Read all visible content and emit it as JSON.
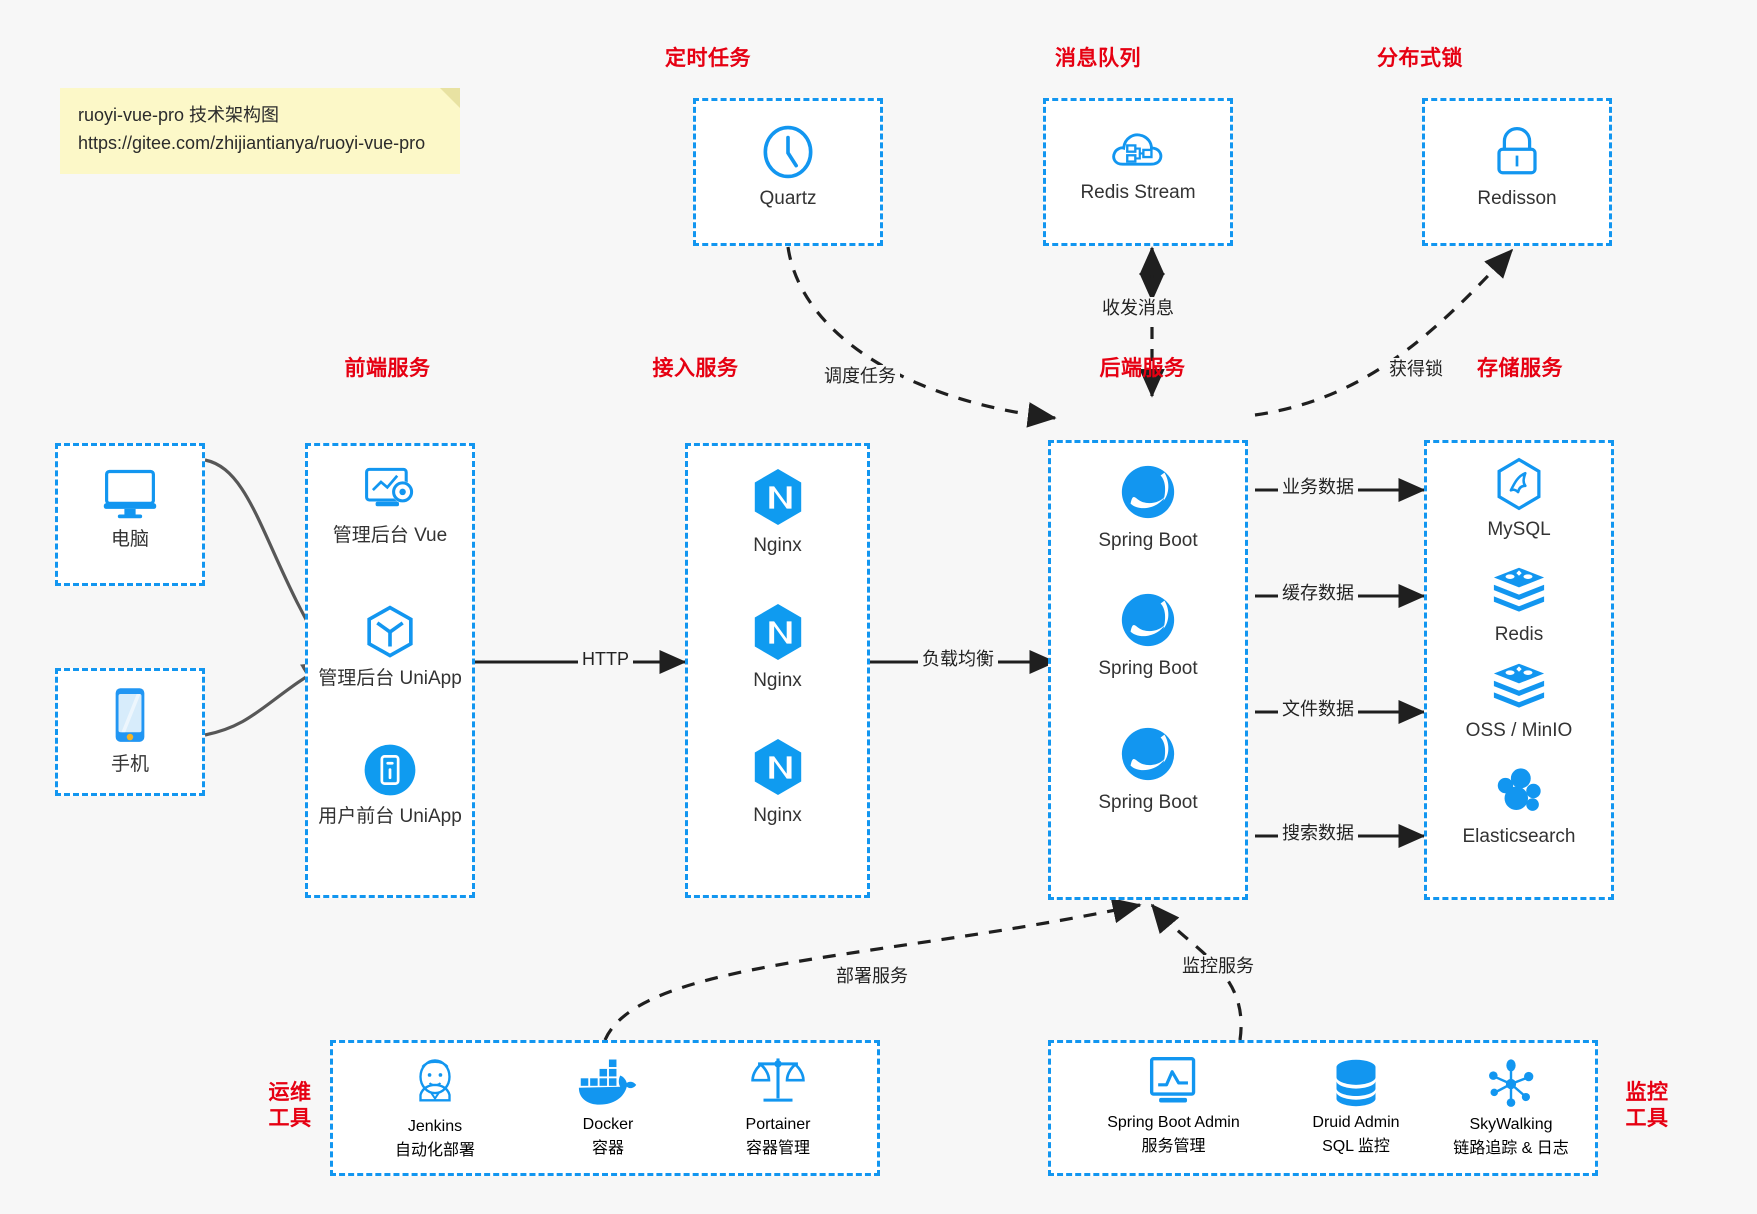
{
  "note": {
    "line1": "ruoyi-vue-pro 技术架构图",
    "line2": "https://gitee.com/zhijiantianya/ruoyi-vue-pro"
  },
  "colors": {
    "accent_blue": "#1296f0",
    "title_red": "#e60012",
    "arrow_dark": "#262626",
    "arrow_gray": "#555555",
    "background": "#f7f7f7",
    "note_yellow": "#fcf8c8"
  },
  "groups": {
    "scheduled_task": {
      "title": "定时任务",
      "nodes": [
        {
          "label": "Quartz",
          "icon": "clock-icon"
        }
      ]
    },
    "message_queue": {
      "title": "消息队列",
      "nodes": [
        {
          "label": "Redis Stream",
          "icon": "cloud-stream-icon"
        }
      ]
    },
    "distributed_lock": {
      "title": "分布式锁",
      "nodes": [
        {
          "label": "Redisson",
          "icon": "lock-icon"
        }
      ]
    },
    "clients": {
      "nodes": [
        {
          "label": "电脑",
          "icon": "desktop-icon"
        },
        {
          "label": "手机",
          "icon": "mobile-icon"
        }
      ]
    },
    "frontend": {
      "title": "前端服务",
      "nodes": [
        {
          "label": "管理后台 Vue",
          "icon": "dashboard-gear-icon"
        },
        {
          "label": "管理后台 UniApp",
          "icon": "hexagon-uniapp-icon"
        },
        {
          "label": "用户前台 UniApp",
          "icon": "mobile-app-icon"
        }
      ]
    },
    "gateway": {
      "title": "接入服务",
      "nodes": [
        {
          "label": "Nginx",
          "icon": "nginx-icon"
        },
        {
          "label": "Nginx",
          "icon": "nginx-icon"
        },
        {
          "label": "Nginx",
          "icon": "nginx-icon"
        }
      ]
    },
    "backend": {
      "title": "后端服务",
      "nodes": [
        {
          "label": "Spring Boot",
          "icon": "spring-boot-icon"
        },
        {
          "label": "Spring Boot",
          "icon": "spring-boot-icon"
        },
        {
          "label": "Spring Boot",
          "icon": "spring-boot-icon"
        }
      ]
    },
    "storage": {
      "title": "存储服务",
      "nodes": [
        {
          "label": "MySQL",
          "icon": "mysql-icon"
        },
        {
          "label": "Redis",
          "icon": "redis-icon"
        },
        {
          "label": "OSS / MinIO",
          "icon": "redis-icon"
        },
        {
          "label": "Elasticsearch",
          "icon": "elasticsearch-icon"
        }
      ]
    },
    "ops_tools": {
      "title": "运维\n工具",
      "title_line1": "运维",
      "title_line2": "工具",
      "nodes": [
        {
          "label": "Jenkins",
          "sub": "自动化部署",
          "icon": "jenkins-icon"
        },
        {
          "label": "Docker",
          "sub": "容器",
          "icon": "docker-icon"
        },
        {
          "label": "Portainer",
          "sub": "容器管理",
          "icon": "scales-icon"
        }
      ]
    },
    "monitor_tools": {
      "title_line1": "监控",
      "title_line2": "工具",
      "nodes": [
        {
          "label": "Spring Boot Admin",
          "sub": "服务管理",
          "icon": "monitor-chart-icon"
        },
        {
          "label": "Druid Admin",
          "sub": "SQL 监控",
          "icon": "database-icon"
        },
        {
          "label": "SkyWalking",
          "sub": "链路追踪 & 日志",
          "icon": "skywalking-icon"
        }
      ]
    }
  },
  "edges": [
    {
      "id": "scheduled-to-backend",
      "label": "调度任务"
    },
    {
      "id": "mq-backend-bidirectional",
      "label": "收发消息"
    },
    {
      "id": "backend-to-lock",
      "label": "获得锁"
    },
    {
      "id": "frontend-to-gateway",
      "label": "HTTP"
    },
    {
      "id": "gateway-to-backend",
      "label": "负载均衡"
    },
    {
      "id": "backend-to-mysql",
      "label": "业务数据"
    },
    {
      "id": "backend-to-redis",
      "label": "缓存数据"
    },
    {
      "id": "backend-to-oss",
      "label": "文件数据"
    },
    {
      "id": "backend-to-es",
      "label": "搜索数据"
    },
    {
      "id": "ops-to-backend",
      "label": "部署服务"
    },
    {
      "id": "monitor-to-backend",
      "label": "监控服务"
    }
  ]
}
